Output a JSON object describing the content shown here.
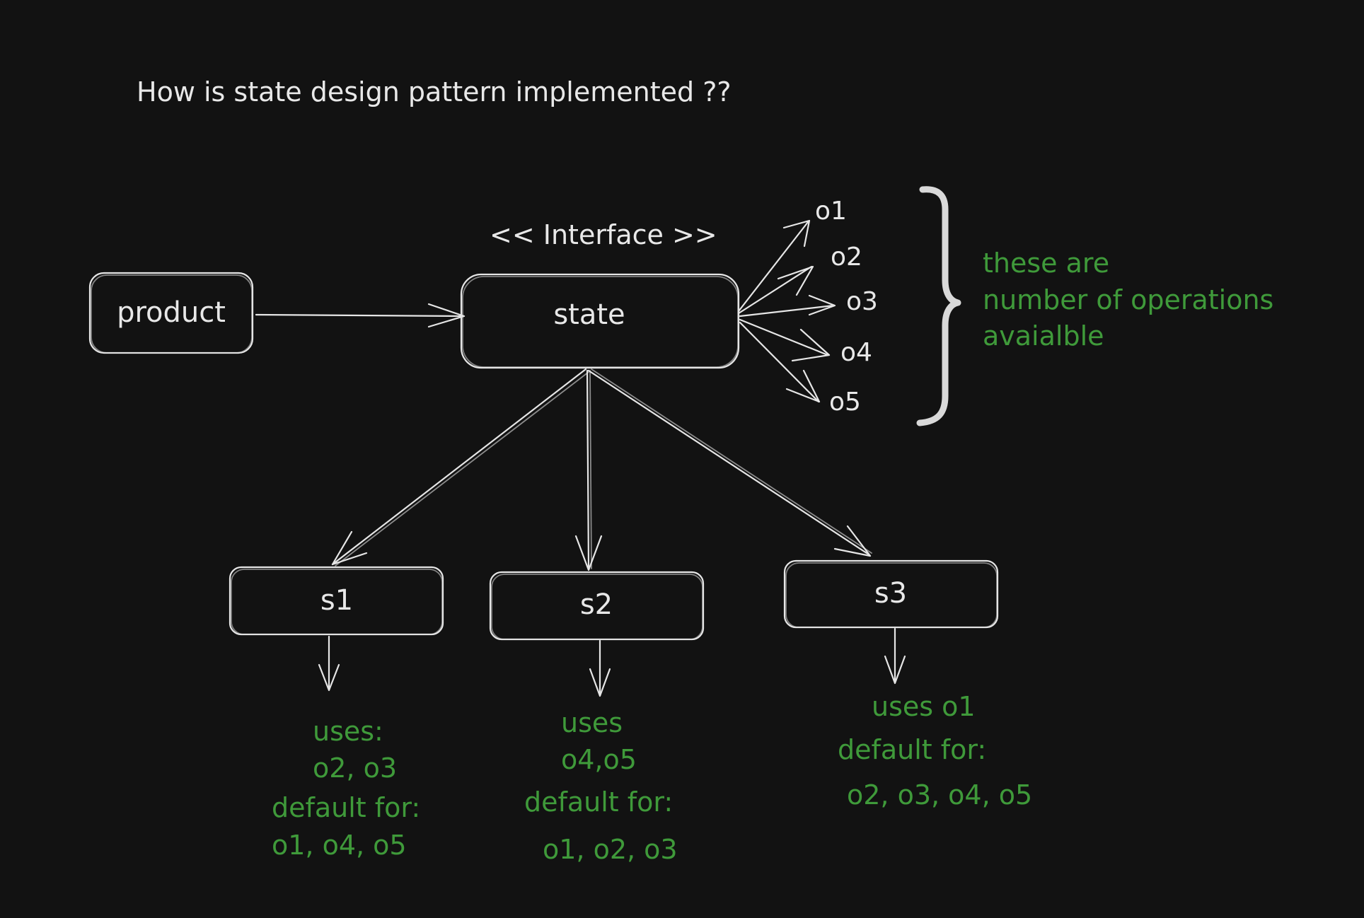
{
  "title": "How is state design pattern implemented ??",
  "interface_label": "<< Interface >>",
  "nodes": {
    "product": "product",
    "state": "state",
    "s1": "s1",
    "s2": "s2",
    "s3": "s3"
  },
  "operations": [
    "o1",
    "o2",
    "o3",
    "o4",
    "o5"
  ],
  "operations_note": [
    "these are",
    "number of operations",
    "avaialble"
  ],
  "s1_note": [
    "uses:",
    "o2, o3",
    "default for:",
    "o1, o4, o5"
  ],
  "s2_note": [
    "uses",
    "o4,o5",
    "default for:",
    "o1, o2, o3"
  ],
  "s3_note": [
    "uses o1",
    "default for:",
    "o2, o3, o4, o5"
  ],
  "colors": {
    "background": "#121212",
    "stroke": "#e6e6e6",
    "note_green": "#3f9a3a"
  }
}
